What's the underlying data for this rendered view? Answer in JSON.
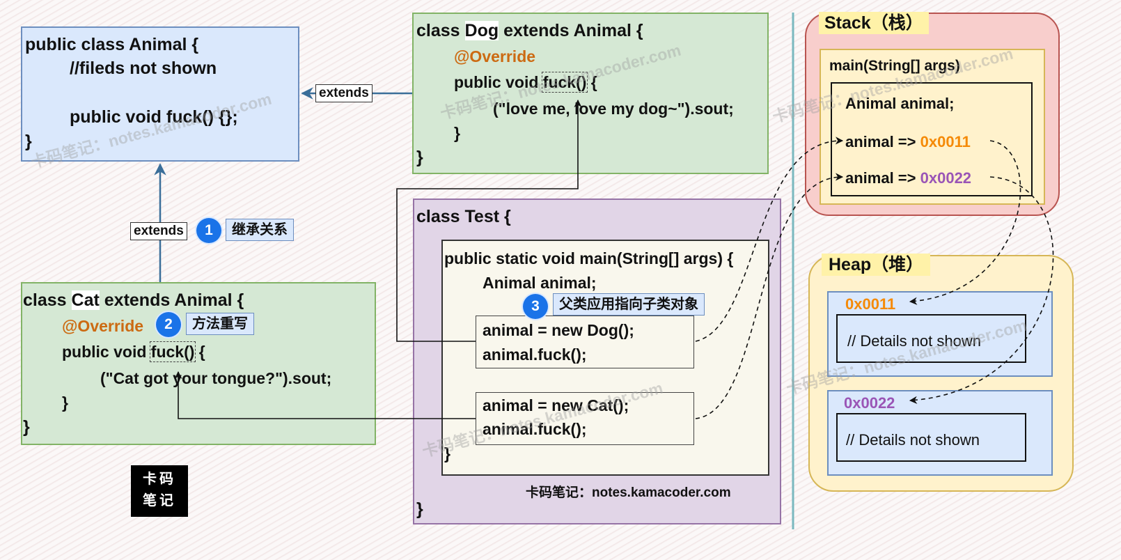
{
  "animal_class": {
    "line1": "public class Animal {",
    "line2": "//fileds not shown",
    "line3": "public void fuck() {};",
    "line4": "}"
  },
  "dog_class": {
    "kw": "class ",
    "name": "Dog",
    "rest": " extends Animal {",
    "override": "@Override",
    "method_pre": "public void ",
    "method_name": "fuck()",
    "method_post": " {",
    "body": "(\"love me, love my dog~\").sout;",
    "close_inner": "}",
    "close": "}"
  },
  "cat_class": {
    "kw": "class ",
    "name": "Cat",
    "rest": " extends Animal {",
    "override": "@Override",
    "method_pre": "public void ",
    "method_name": "fuck()",
    "method_post": " {",
    "body": "(\"Cat got your tongue?\").sout;",
    "close_inner": "}",
    "close": "}"
  },
  "test_class": {
    "header": "class Test {",
    "main_sig": "public static void main(String[] args) {",
    "decl": "Animal animal;",
    "dog_assign": "animal = new Dog();",
    "dog_call": "animal.fuck();",
    "cat_assign": "animal = new Cat();",
    "cat_call": "animal.fuck();",
    "main_close": "}",
    "close": "}",
    "credit": "卡码笔记：notes.kamacoder.com"
  },
  "labels": {
    "extends_top": "extends",
    "extends_left": "extends",
    "note1": "继承关系",
    "note2": "方法重写",
    "note3": "父类应用指向子类对象",
    "badge1": "1",
    "badge2": "2",
    "badge3": "3"
  },
  "stack": {
    "title": "Stack（栈）",
    "frame": "main(String[] args)",
    "decl": "Animal animal;",
    "ref1_prefix": "animal => ",
    "ref1_addr": "0x0011",
    "ref2_prefix": "animal => ",
    "ref2_addr": "0x0022"
  },
  "heap": {
    "title": "Heap（堆）",
    "obj1_addr": "0x0011",
    "obj1_body": "// Details not shown",
    "obj2_addr": "0x0022",
    "obj2_body": "// Details not shown"
  },
  "logo": {
    "line1": "卡码",
    "line2": "笔记"
  },
  "watermark": "卡码笔记：notes.kamacoder.com",
  "colors": {
    "orange_addr": "#f58a07",
    "purple_addr": "#9a55b6",
    "override": "#cc6a12",
    "arrow": "#3a6e99"
  }
}
